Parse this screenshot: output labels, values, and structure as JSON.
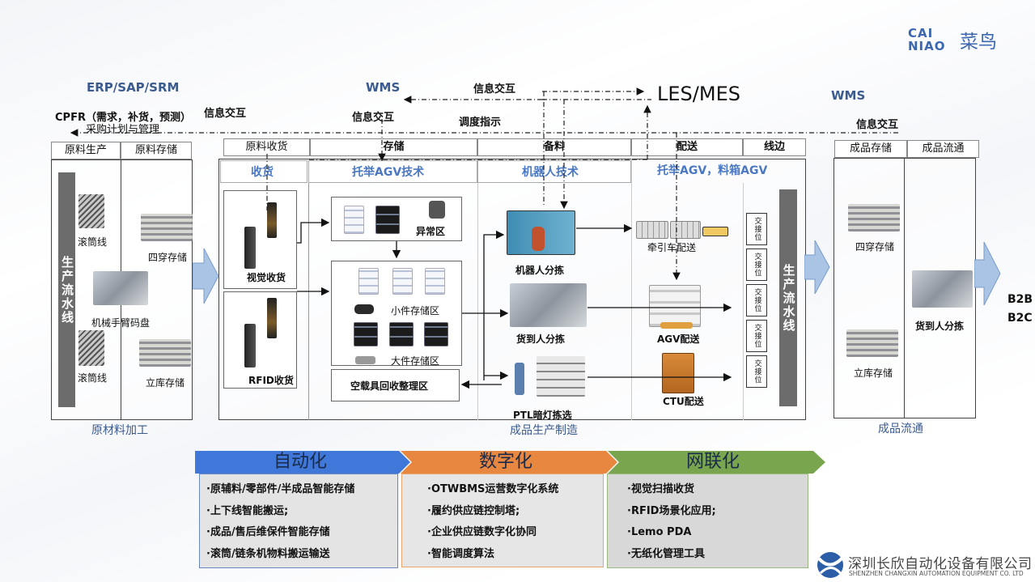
{
  "logo": {
    "cainiao_latin_top": "CAI",
    "cainiao_latin_bottom": "NIAO",
    "cainiao_cn": "菜鸟"
  },
  "systems": {
    "erp": "ERP/SAP/SRM",
    "wms_left": "WMS",
    "les_mes": "LES/MES",
    "wms_right": "WMS",
    "cpfr": "CPFR（需求，补货，预测）",
    "procurement": "采购计划与管理",
    "info_exchange_1": "信息交互",
    "info_exchange_2": "信息交互",
    "info_exchange_3": "信息交互",
    "info_exchange_4": "信息交互",
    "dispatch": "调度指示"
  },
  "raw_material": {
    "headers": [
      "原料生产",
      "原料存储"
    ],
    "line_bar": "生产流水线",
    "items": [
      "滚筒线",
      "四穿存储",
      "机械手臂码盘",
      "滚筒线",
      "立库存储"
    ],
    "caption": "原材料加工"
  },
  "production": {
    "headers": [
      "原料收货",
      "存储",
      "备料",
      "配送",
      "线边"
    ],
    "subheaders": [
      "收货",
      "托举AGV技术",
      "机器人技术",
      "托举AGV，料箱AGV"
    ],
    "receiving": [
      "视觉收货",
      "RFID收货"
    ],
    "storage": {
      "exception_area": "异常区",
      "small_parts": "小件存储区",
      "large_parts": "大件存储区",
      "empty_carrier": "空载具回收整理区"
    },
    "picking": [
      "机器人分拣",
      "货到人分拣",
      "PTL暗灯拣选"
    ],
    "delivery": [
      "牵引车配送",
      "AGV配送",
      "CTU配送"
    ],
    "handover": [
      "交接位",
      "交接位",
      "交接位",
      "交接位",
      "交接位"
    ],
    "line_bar": "生产流水线",
    "caption": "成品生产制造"
  },
  "finished": {
    "headers": [
      "成品存储",
      "成品流通"
    ],
    "items": [
      "四穿存储",
      "立库存储",
      "货到人分拣"
    ],
    "caption": "成品流通",
    "channels": [
      "B2B",
      "B2C"
    ]
  },
  "pillars": [
    {
      "title": "自动化",
      "color": "#3f78d8",
      "items": [
        "·原辅料/零部件/半成品智能存储",
        "·上下线智能搬运;",
        "·成品/售后维保件智能存储",
        "·滚筒/链条机物料搬运输送"
      ]
    },
    {
      "title": "数字化",
      "color": "#e8873f",
      "items": [
        "·OTWBMS运营数字化系统",
        "·履约供应链控制塔;",
        "·企业供应链数字化协同",
        "·智能调度算法"
      ]
    },
    {
      "title": "网联化",
      "color": "#78a54e",
      "items": [
        "·视觉扫描收货",
        "·RFID场景化应用;",
        "·Lemo PDA",
        "·无纸化管理工具"
      ]
    }
  ],
  "company": {
    "name_cn": "深圳长欣自动化设备有限公司",
    "name_en": "SHENZHEN CHANGXIN AUTOMATION EQUIPMENT CO. LTD"
  }
}
